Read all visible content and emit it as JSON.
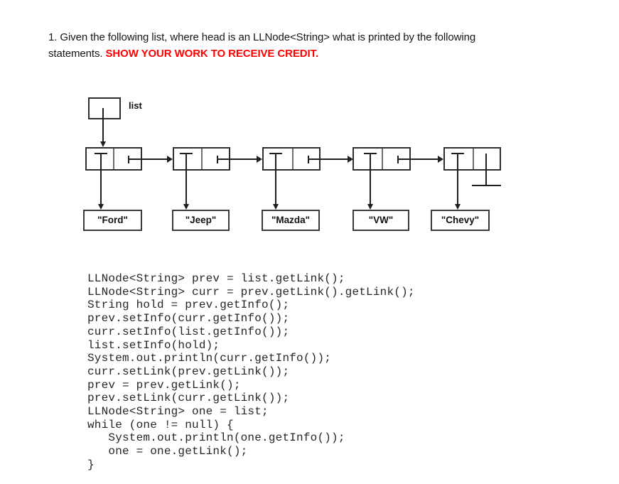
{
  "question": {
    "line1": "1.  Given the following list, where head is an LLNode<String> what is printed by the following",
    "line2_prefix": "statements. ",
    "line2_emphasis": "SHOW YOUR WORK TO RECEIVE CREDIT."
  },
  "diagram": {
    "head_label": "list",
    "nodes": [
      {
        "label": "\"Ford\""
      },
      {
        "label": "\"Jeep\""
      },
      {
        "label": "\"Mazda\""
      },
      {
        "label": "\"VW\""
      },
      {
        "label": "\"Chevy\""
      }
    ],
    "terminator": "null-ground"
  },
  "code": {
    "lines": [
      "LLNode<String> prev = list.getLink();",
      "LLNode<String> curr = prev.getLink().getLink();",
      "String hold = prev.getInfo();",
      "prev.setInfo(curr.getInfo());",
      "curr.setInfo(list.getInfo());",
      "list.setInfo(hold);",
      "System.out.println(curr.getInfo());",
      "curr.setLink(prev.getLink());",
      "prev = prev.getLink();",
      "prev.setLink(curr.getLink());",
      "LLNode<String> one = list;",
      "while (one != null) {",
      "   System.out.println(one.getInfo());",
      "   one = one.getLink();",
      "}"
    ]
  },
  "colors": {
    "emphasis_red": "#ff0000",
    "ink": "#1f1f1f"
  }
}
